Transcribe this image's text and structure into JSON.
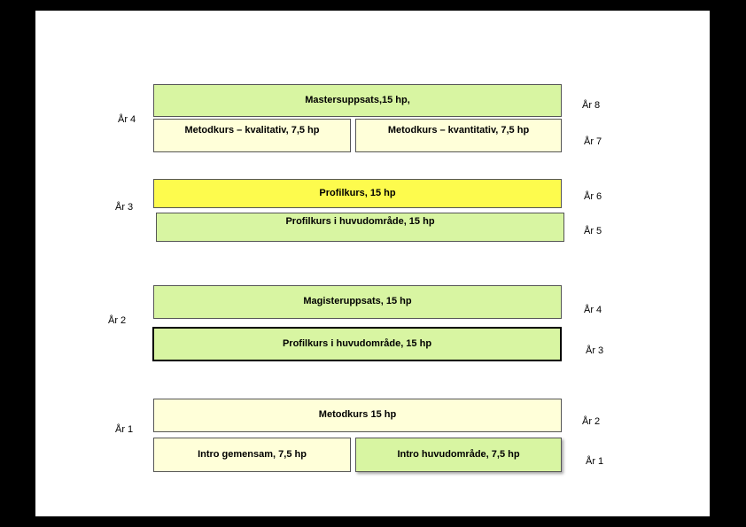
{
  "year_labels": {
    "year4": "År 4",
    "year3": "År 3",
    "year2": "År 2",
    "year1": "År 1"
  },
  "term_labels": {
    "t8": "År 8",
    "t7": "År 7",
    "t6": "År 6",
    "t5": "År 5",
    "t4": "År 4",
    "t3": "År 3",
    "t2": "År 2",
    "t1": "År 1"
  },
  "courses": {
    "masters_thesis": "Mastersuppsats,15 hp,",
    "method_qualitative": "Metodkurs – kvalitativ, 7,5 hp",
    "method_quantitative": "Metodkurs – kvantitativ, 7,5 hp",
    "profile_course": "Profilkurs, 15 hp",
    "profile_main_area_y3": "Profilkurs i huvudområde, 15 hp",
    "magister_thesis": "Magisteruppsats, 15 hp",
    "profile_main_area_y2": "Profilkurs i huvudområde, 15 hp",
    "method_course": "Metodkurs 15 hp",
    "intro_common": "Intro gemensam, 7,5 hp",
    "intro_main_area": "Intro huvudområde, 7,5 hp"
  },
  "colors": {
    "green": "#d8f5a2",
    "cream": "#ffffd9",
    "yellow": "#fdfb4d"
  }
}
